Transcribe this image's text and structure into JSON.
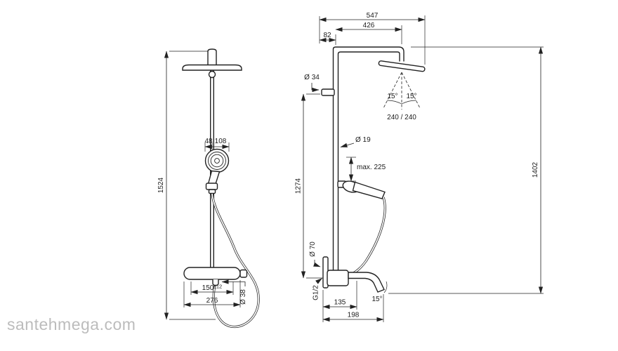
{
  "watermark": {
    "text": "santehmega.com"
  },
  "colors": {
    "line": "#222222",
    "text": "#1c1c1c",
    "watermark": "#bcbcbc"
  },
  "drawing": {
    "front_view": {
      "overall_height": "1524",
      "handshower_dim_a": "48",
      "handshower_dim_b": "108",
      "valve_hole_spacing": "150",
      "valve_hole_tolerance": "±12",
      "valve_width": "276",
      "hose_diameter": "Ø 38"
    },
    "side_view": {
      "depth_overall": "547",
      "depth_arm": "426",
      "wall_offset": "82",
      "bracket_diameter": "Ø 34",
      "pipe_diameter": "Ø 19",
      "pipe_height": "1274",
      "overall_height": "1402",
      "slider_range": "max. 225",
      "head_dimensions": "240 / 240",
      "spray_angle_left": "15°",
      "spray_angle_right": "15°",
      "spout_angle": "15°",
      "escutcheon_diameter": "Ø 70",
      "connection_thread": "G1/2",
      "reach_hose": "135",
      "reach_total": "198"
    }
  }
}
